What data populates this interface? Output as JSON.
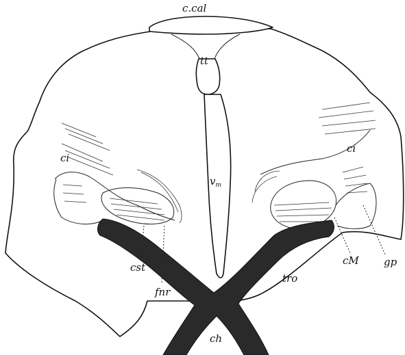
{
  "labels": {
    "ccal": "c.cal",
    "tt": "tt",
    "vm": "v",
    "vm_sub": "m",
    "ci_left": "ci",
    "ci_right": "ci",
    "cst": "cst",
    "fnr": "fnr",
    "ch": "ch",
    "tro": "tro",
    "cM": "cM",
    "gp": "gp"
  }
}
